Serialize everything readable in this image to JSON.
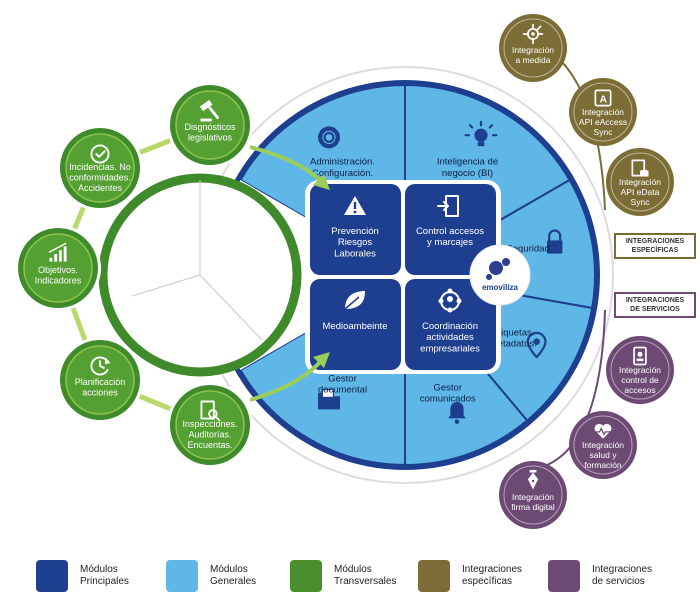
{
  "colors": {
    "principal": "#1e3f8f",
    "general": "#5eb7e6",
    "transversal": "#4a8f2e",
    "especifica": "#7c6d36",
    "servicio": "#6d4a74"
  },
  "center": {
    "logo_text": "emoviliza"
  },
  "principal_modules": [
    {
      "label": "Prevención\nRiesgos\nLaborales",
      "icon": "warning-icon"
    },
    {
      "label": "Control accesos\ny marcajes",
      "icon": "door-exit-icon"
    },
    {
      "label": "Medioambeinte",
      "icon": "leaf-icon"
    },
    {
      "label": "Coordinación\nactividades\nempresariales",
      "icon": "people-network-icon"
    }
  ],
  "general_modules": [
    {
      "label": "Administración.\nConfiguración.",
      "icon": "gear-icon"
    },
    {
      "label": "Inteligencia de\nnegocio (BI)",
      "icon": "lightbulb-icon"
    },
    {
      "label": "Seguridad",
      "icon": "lock-icon"
    },
    {
      "label": "Etiquetas.\nMetadatos.",
      "icon": "map-pin-icon"
    },
    {
      "label": "Gestor\ncomunicados",
      "icon": "bell-icon"
    },
    {
      "label": "Gestor\ndocumental",
      "icon": "folder-icon"
    }
  ],
  "transversal_modules": [
    {
      "label": "Disgnósticos\nlegislativos",
      "icon": "gavel-icon"
    },
    {
      "label": "Incidencias. No\nconformidades.\nAccidentes",
      "icon": "check-circle-icon"
    },
    {
      "label": "Objetivos.\nIndicadores",
      "icon": "bar-chart-icon"
    },
    {
      "label": "Planificación\nacciones",
      "icon": "clock-refresh-icon"
    },
    {
      "label": "Inspecciones.\nAuditorías.\nEncuentas.",
      "icon": "document-search-icon"
    }
  ],
  "specific_integrations": {
    "tag": "INTEGRACIONES\nESPECÍFICAS",
    "items": [
      {
        "label": "Integración\na medida",
        "icon": "circuit-icon"
      },
      {
        "label": "Integración\nAPI eAccess\nSync",
        "icon": "access-db-icon"
      },
      {
        "label": "Integración\nAPI eData\nSync",
        "icon": "database-icon"
      }
    ]
  },
  "service_integrations": {
    "tag": "INTEGRACIONES\nDE SERVICIOS",
    "items": [
      {
        "label": "Integración\ncontrol de\naccesos",
        "icon": "id-badge-icon"
      },
      {
        "label": "Integración\nsalud y\nformación",
        "icon": "heart-pulse-icon"
      },
      {
        "label": "Integración\nfirma digital",
        "icon": "pen-nib-icon"
      }
    ]
  },
  "legend": [
    {
      "label": "Módulos\nPrincipales",
      "color": "#1e3f8f"
    },
    {
      "label": "Módulos\nGenerales",
      "color": "#5eb7e6"
    },
    {
      "label": "Módulos\nTransversales",
      "color": "#4a8f2e"
    },
    {
      "label": "Integraciones\nespecíficas",
      "color": "#7c6d36"
    },
    {
      "label": "Integraciones\nde servicios",
      "color": "#6d4a74"
    }
  ]
}
